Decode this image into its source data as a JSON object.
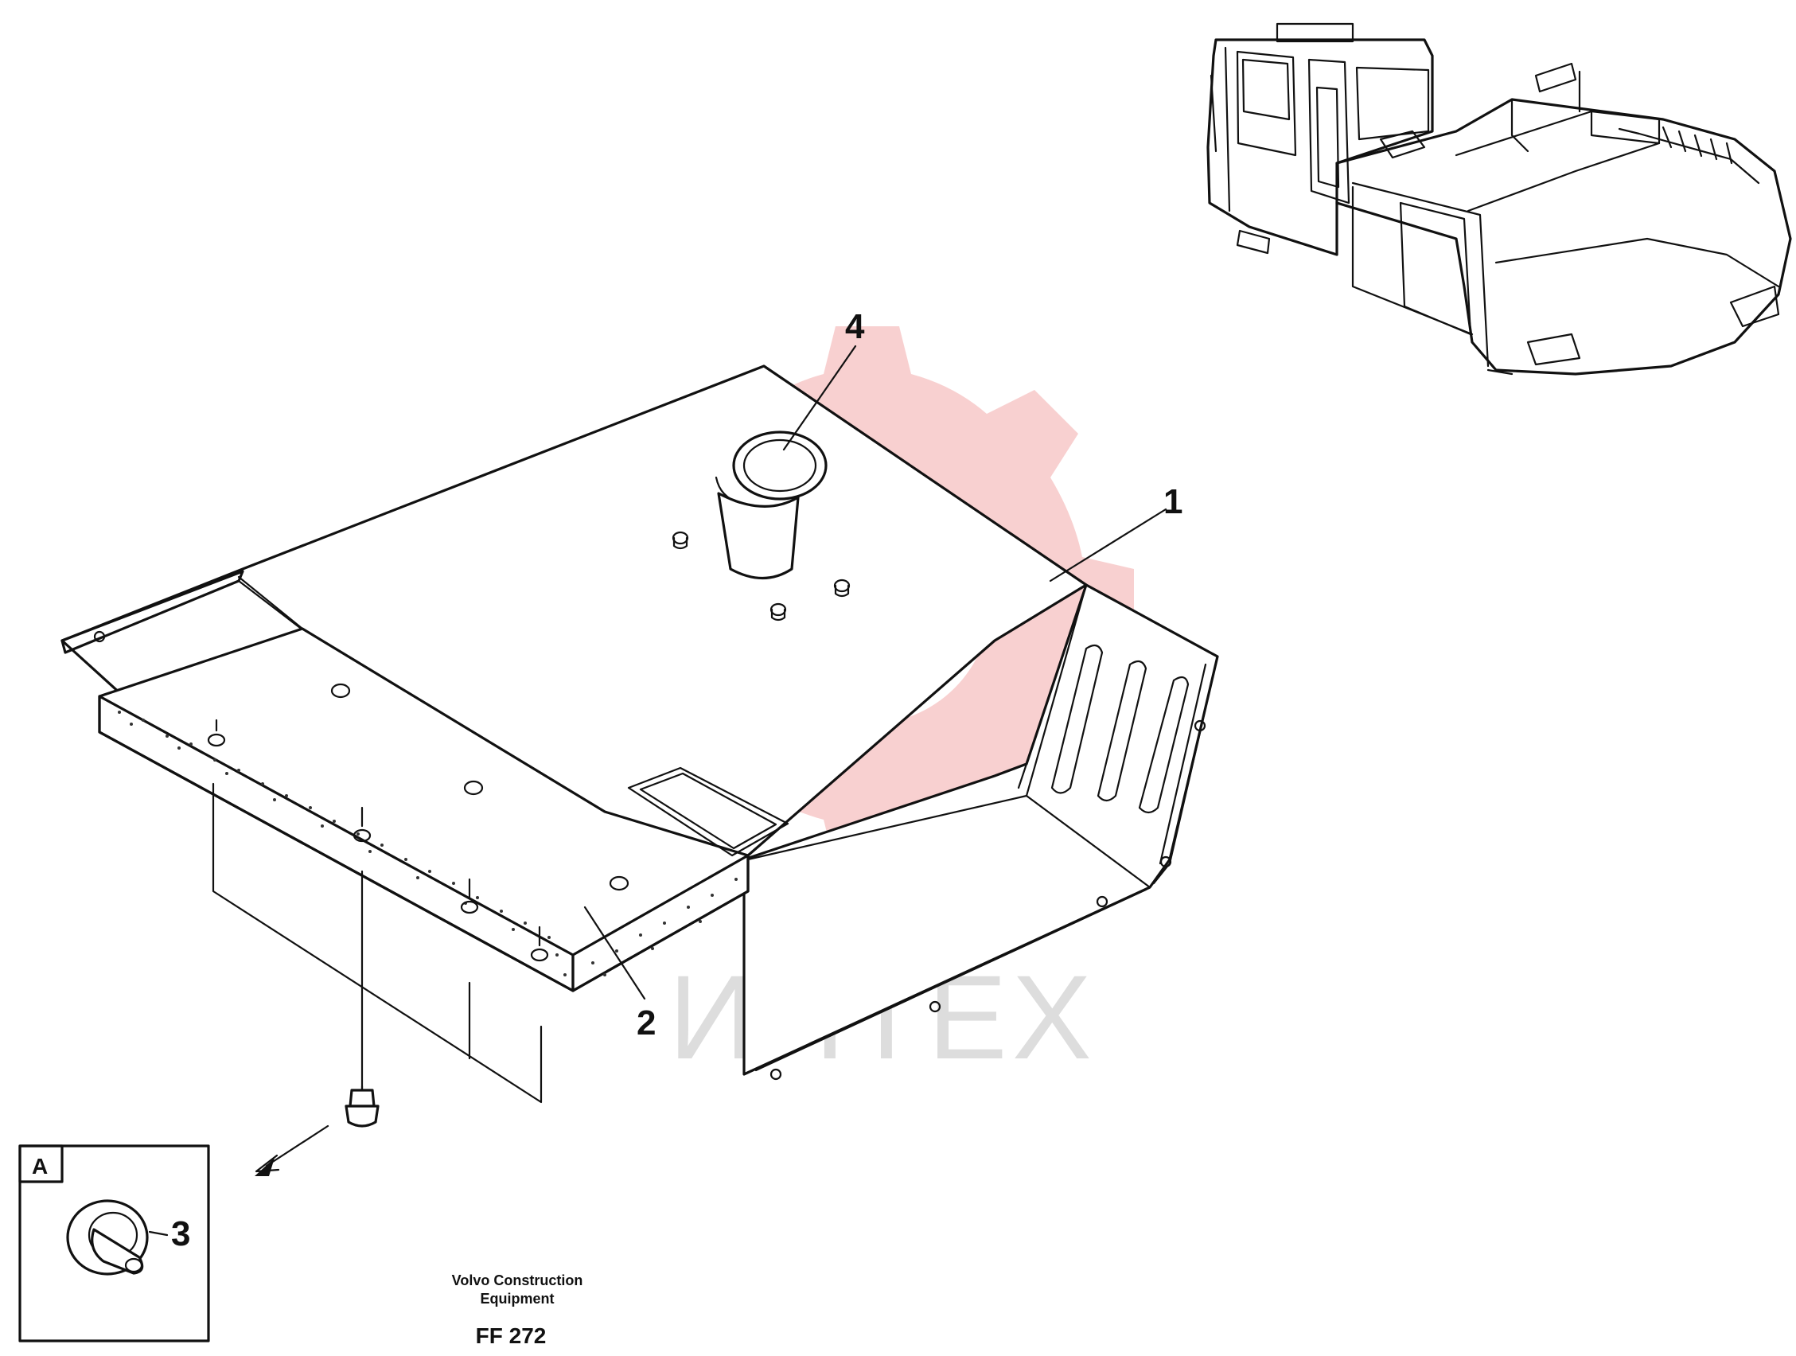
{
  "callouts": {
    "part_1": "1",
    "part_2": "2",
    "part_3": "3",
    "part_4": "4"
  },
  "detail_view": {
    "label": "A"
  },
  "caption": {
    "line1": "Volvo Construction",
    "line2": "Equipment",
    "code": "FF 272"
  },
  "watermark": {
    "text": "ИНТЕХ",
    "color": "#f7c5c5"
  }
}
